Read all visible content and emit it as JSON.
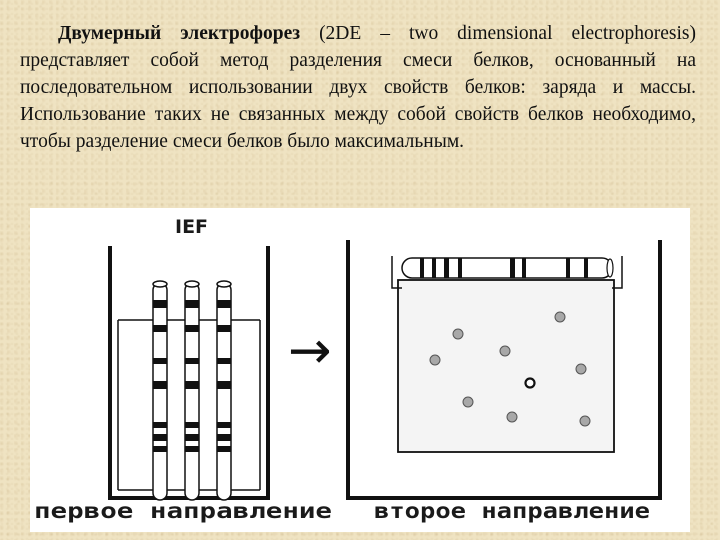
{
  "paragraph": {
    "term_bold": "Двумерный электрофорез",
    "text": " (2DE – two dimensional electrophoresis) представляет собой метод разделения смеси белков, основанный на последовательном использовании двух свойств белков: заряда и массы. Использование таких не связанных между собой свойств белков необходимо, чтобы разделение смеси белков было максимальным."
  },
  "figure": {
    "ief_label": "IEF",
    "arrow_symbol": "→",
    "left_caption": "первое направление",
    "right_caption": "второе направление"
  }
}
